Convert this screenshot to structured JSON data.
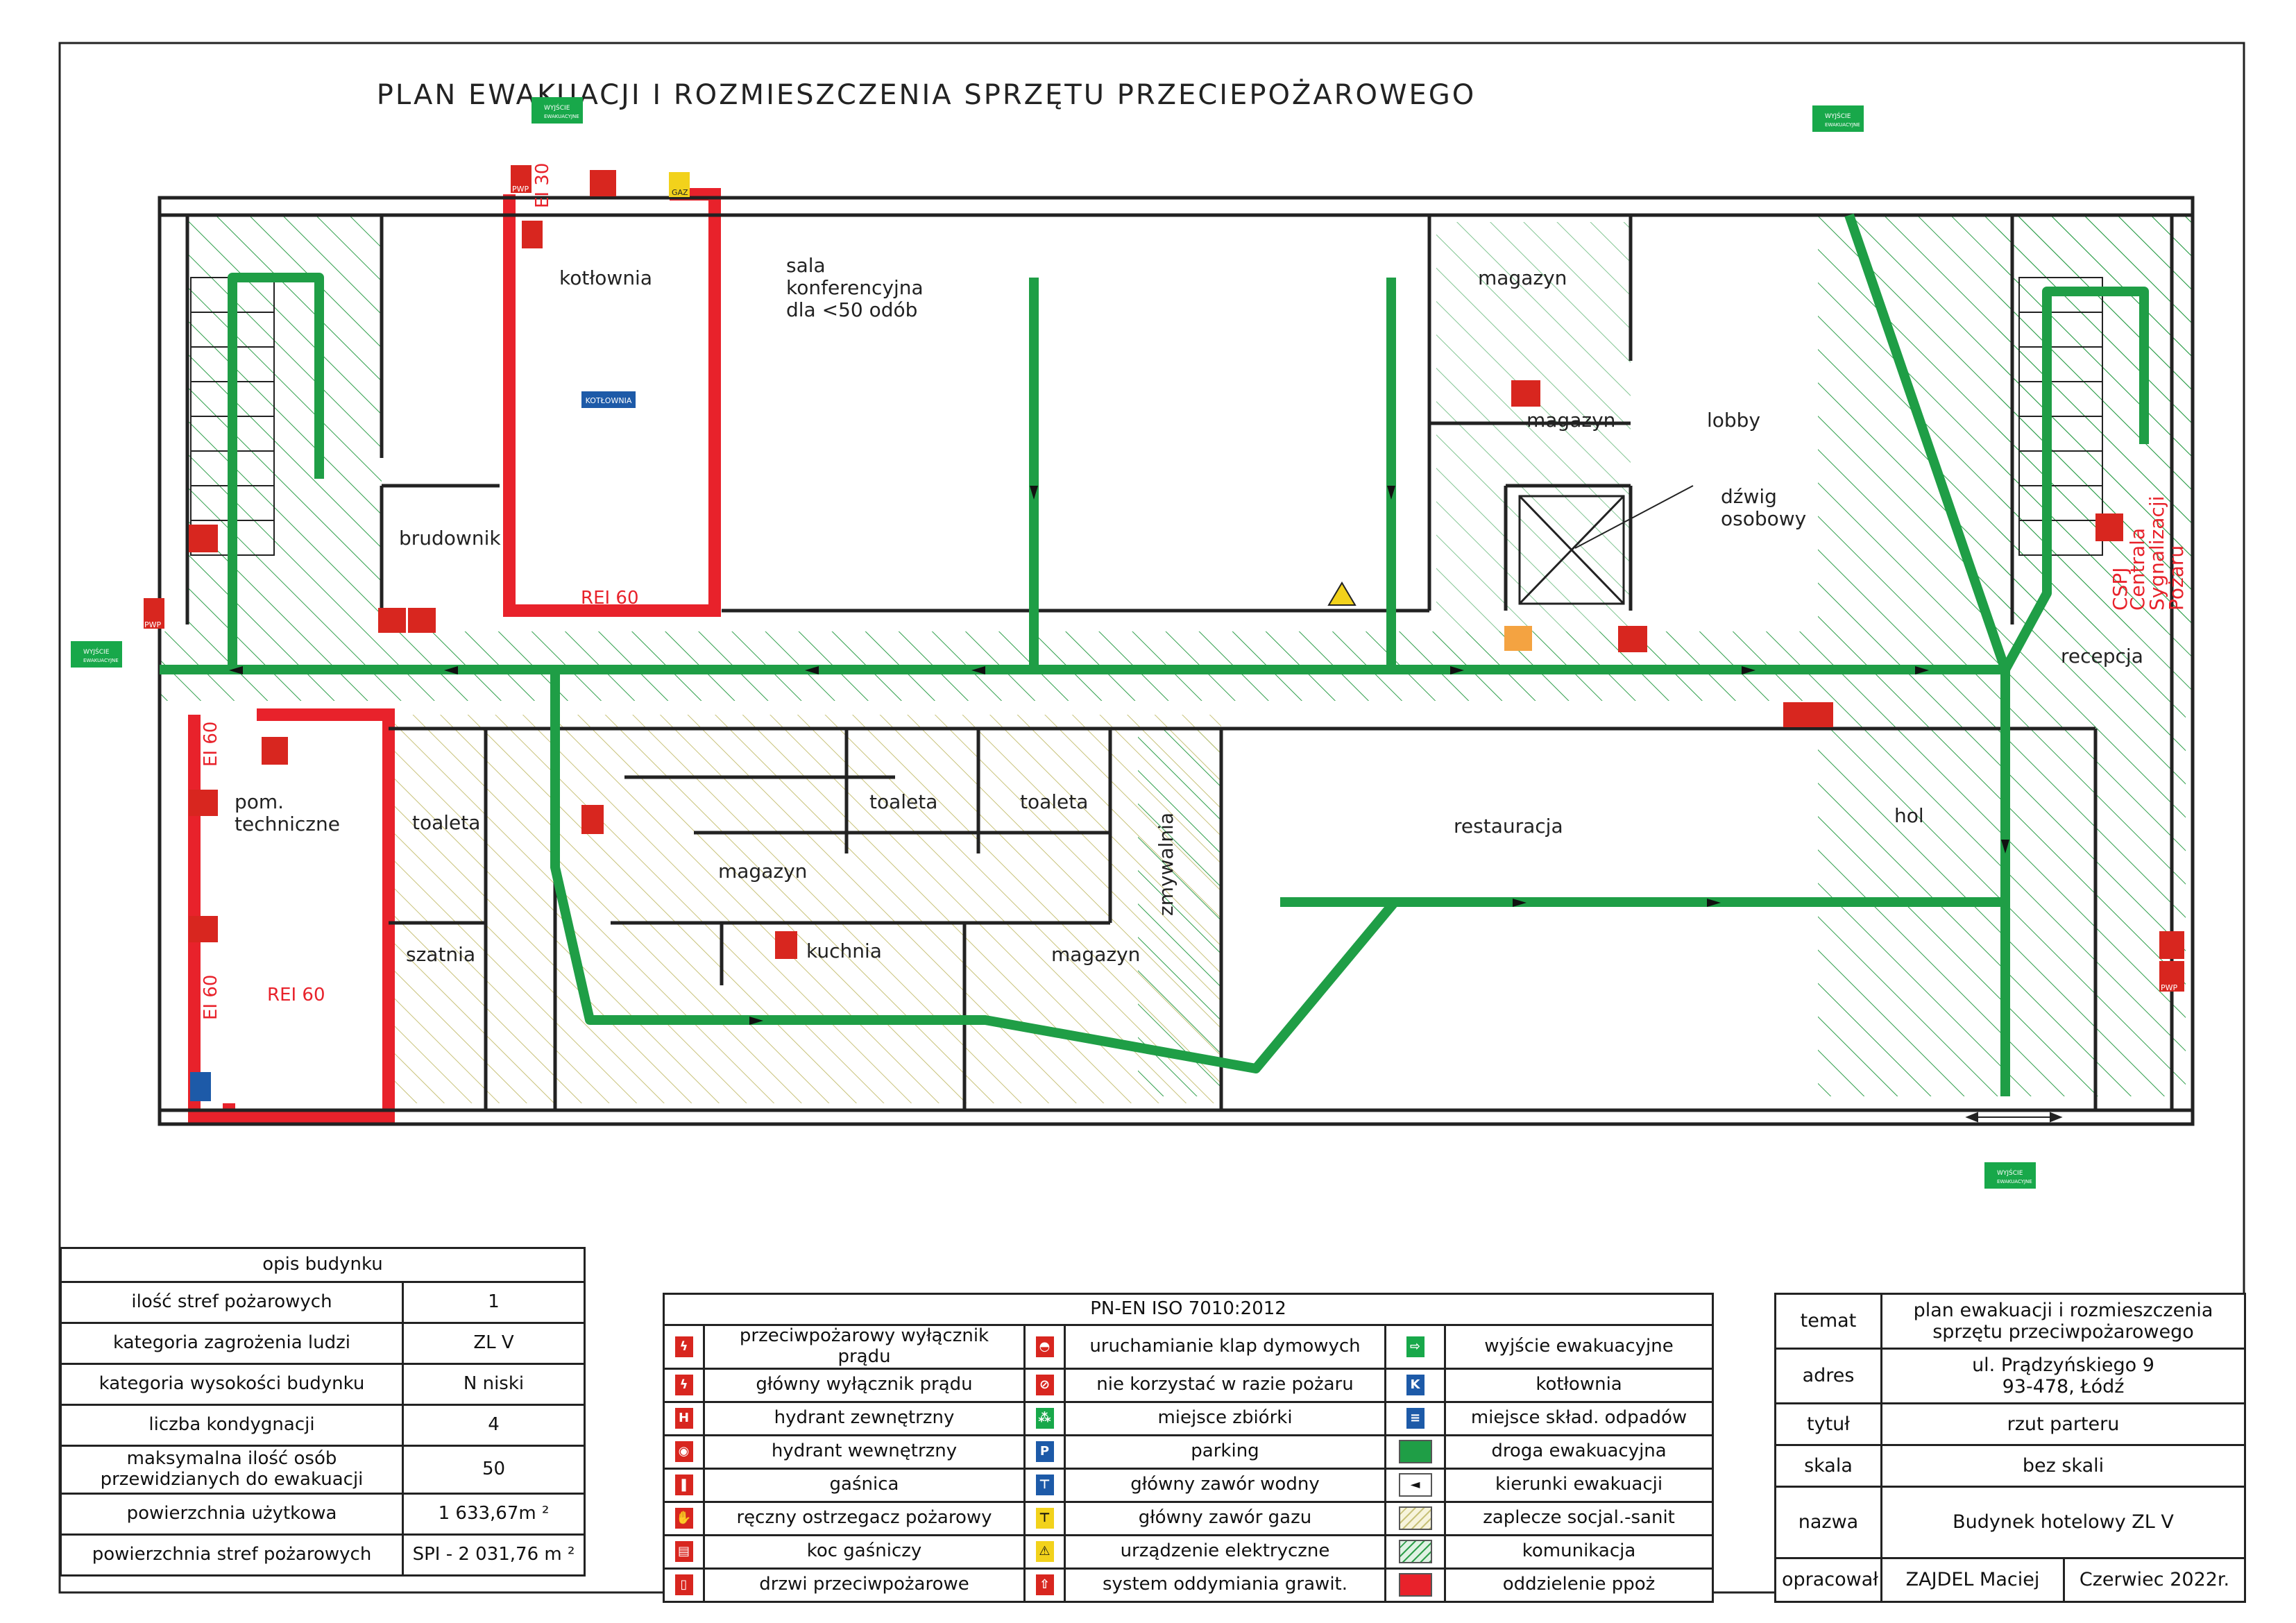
{
  "title": "PLAN EWAKUACJI I ROZMIESZCZENIA SPRZĘTU PRZECIEPOŻAROWEGO",
  "colors": {
    "evacuation_route": "#1f9e46",
    "fire_separation": "#e8222b",
    "walls": "#222222",
    "communication_hatch": "#2e9e4a",
    "social_hatch": "#c8c27a",
    "sign_green": "#18a84a",
    "sign_red": "#d8261f",
    "sign_blue": "#1d5aa8"
  },
  "rooms": {
    "kotlownia": "kotłownia",
    "sala_line1": "sala",
    "sala_line2": "konferencyjna",
    "sala_line3": "dla <50 odób",
    "magazyn_top": "magazyn",
    "magazyn_mid": "magazyn",
    "lobby": "lobby",
    "dzwig_line1": "dźwig",
    "dzwig_line2": "osobowy",
    "brudownik": "brudownik",
    "recepcja": "recepcja",
    "pom_line1": "pom.",
    "pom_line2": "techniczne",
    "toaleta_left": "toaleta",
    "szatnia": "szatnia",
    "magazyn_left": "magazyn",
    "toaleta_mid1": "toaleta",
    "toaleta_mid2": "toaleta",
    "kuchnia": "kuchnia",
    "magazyn_right": "magazyn",
    "zmywalnia": "zmywalnia",
    "restauracja": "restauracja",
    "hol": "hol"
  },
  "fire_ratings": {
    "ei30": "EI 30",
    "rei60_top": "REI 60",
    "ei60_a": "EI 60",
    "ei60_b": "EI 60",
    "rei60_bottom": "REI 60"
  },
  "csp_label": "CSPJ",
  "csp_text1": "Centrala",
  "csp_text2": "Sygnalizacji",
  "csp_text3": "Pożaru",
  "signs": {
    "exit": "WYJŚCIE",
    "exit_sub": "EWAKUACYJNE",
    "boiler": "KOTŁOWNIA",
    "pwp": "PWP",
    "gaz": "GAZ"
  },
  "building_info": {
    "header": "opis budynku",
    "rows": [
      {
        "label": "ilość stref pożarowych",
        "value": "1"
      },
      {
        "label": "kategoria zagrożenia ludzi",
        "value": "ZL V"
      },
      {
        "label": "kategoria wysokości budynku",
        "value": "N niski"
      },
      {
        "label": "liczba kondygnacji",
        "value": "4"
      },
      {
        "label": "maksymalna ilość osób przewidzianych do ewakuacji",
        "value": "50"
      },
      {
        "label": "powierzchnia użytkowa",
        "value": "1 633,67m ²"
      },
      {
        "label": "powierzchnia stref pożarowych",
        "value": "SPI - 2 031,76 m ²"
      }
    ]
  },
  "legend": {
    "header": "PN-EN ISO 7010:2012",
    "rows": [
      [
        {
          "icon": "wylacznik-pradu-icon",
          "color": "#d8261f",
          "glyph": "ϟ",
          "text": "przeciwpożarowy wyłącznik prądu"
        },
        {
          "icon": "klapy-dymowe-icon",
          "color": "#d8261f",
          "glyph": "◓",
          "text": "uruchamianie klap dymowych"
        },
        {
          "icon": "wyjscie-icon",
          "color": "#18a84a",
          "glyph": "⇨",
          "text": "wyjście ewakuacyjne"
        }
      ],
      [
        {
          "icon": "glowny-wylacznik-icon",
          "color": "#d8261f",
          "glyph": "ϟ",
          "text": "główny wyłącznik prądu"
        },
        {
          "icon": "nie-korzystac-icon",
          "color": "#d8261f",
          "glyph": "⊘",
          "text": "nie korzystać w razie pożaru"
        },
        {
          "icon": "kotlownia-icon",
          "color": "#1d5aa8",
          "glyph": "K",
          "text": "kotłownia"
        }
      ],
      [
        {
          "icon": "hydrant-zewnetrzny-icon",
          "color": "#d8261f",
          "glyph": "H",
          "text": "hydrant zewnętrzny"
        },
        {
          "icon": "miejsce-zbiorki-icon",
          "color": "#18a84a",
          "glyph": "⁂",
          "text": "miejsce zbiórki"
        },
        {
          "icon": "odpady-icon",
          "color": "#1d5aa8",
          "glyph": "≡",
          "text": "miejsce skład. odpadów"
        }
      ],
      [
        {
          "icon": "hydrant-wewnetrzny-icon",
          "color": "#d8261f",
          "glyph": "◉",
          "text": "hydrant wewnętrzny"
        },
        {
          "icon": "parking-icon",
          "color": "#1d5aa8",
          "glyph": "P",
          "text": "parking"
        },
        {
          "icon": "droga-ewakuacyjna-icon",
          "color": "#1f9e46",
          "glyph": "",
          "text": "droga ewakuacyjna"
        }
      ],
      [
        {
          "icon": "gasnica-icon",
          "color": "#d8261f",
          "glyph": "❚",
          "text": "gaśnica"
        },
        {
          "icon": "zawor-wodny-icon",
          "color": "#1d5aa8",
          "glyph": "⊤",
          "text": "główny zawór wodny"
        },
        {
          "icon": "kierunek-icon",
          "color": "#ffffff",
          "glyph": "◄",
          "text": "kierunki ewakuacji"
        }
      ],
      [
        {
          "icon": "ostrzegacz-icon",
          "color": "#d8261f",
          "glyph": "✋",
          "text": "ręczny ostrzegacz pożarowy"
        },
        {
          "icon": "zawor-gazu-icon",
          "color": "#f2d21b",
          "glyph": "⊤",
          "text": "główny zawór gazu"
        },
        {
          "icon": "zaplecze-icon",
          "color": "#f3efcf",
          "glyph": "",
          "text": "zaplecze socjal.-sanit"
        }
      ],
      [
        {
          "icon": "koc-icon",
          "color": "#d8261f",
          "glyph": "▤",
          "text": "koc gaśniczy"
        },
        {
          "icon": "urzadzenie-el-icon",
          "color": "#f2d21b",
          "glyph": "⚠",
          "text": "urządzenie elektryczne"
        },
        {
          "icon": "komunikacja-icon",
          "color": "#bfe6c6",
          "glyph": "",
          "text": "komunikacja"
        }
      ],
      [
        {
          "icon": "drzwi-ppoz-icon",
          "color": "#d8261f",
          "glyph": "▯",
          "text": "drzwi przeciwpożarowe"
        },
        {
          "icon": "oddymianie-icon",
          "color": "#d8261f",
          "glyph": "⇧",
          "text": "system oddymiania grawit."
        },
        {
          "icon": "oddzielenie-icon",
          "color": "#e8222b",
          "glyph": "",
          "text": "oddzielenie ppoż"
        }
      ]
    ]
  },
  "title_block": {
    "temat_label": "temat",
    "temat_value_line1": "plan ewakuacji i rozmieszczenia",
    "temat_value_line2": "sprzętu przeciwpożarowego",
    "adres_label": "adres",
    "adres_value_line1": "ul. Prądzyńskiego 9",
    "adres_value_line2": "93-478, Łódź",
    "tytul_label": "tytuł",
    "tytul_value": "rzut parteru",
    "skala_label": "skala",
    "skala_value": "bez skali",
    "nazwa_label": "nazwa",
    "nazwa_value": "Budynek hotelowy ZL V",
    "opracowal_label": "opracował",
    "author": "ZAJDEL Maciej",
    "date": "Czerwiec 2022r."
  }
}
